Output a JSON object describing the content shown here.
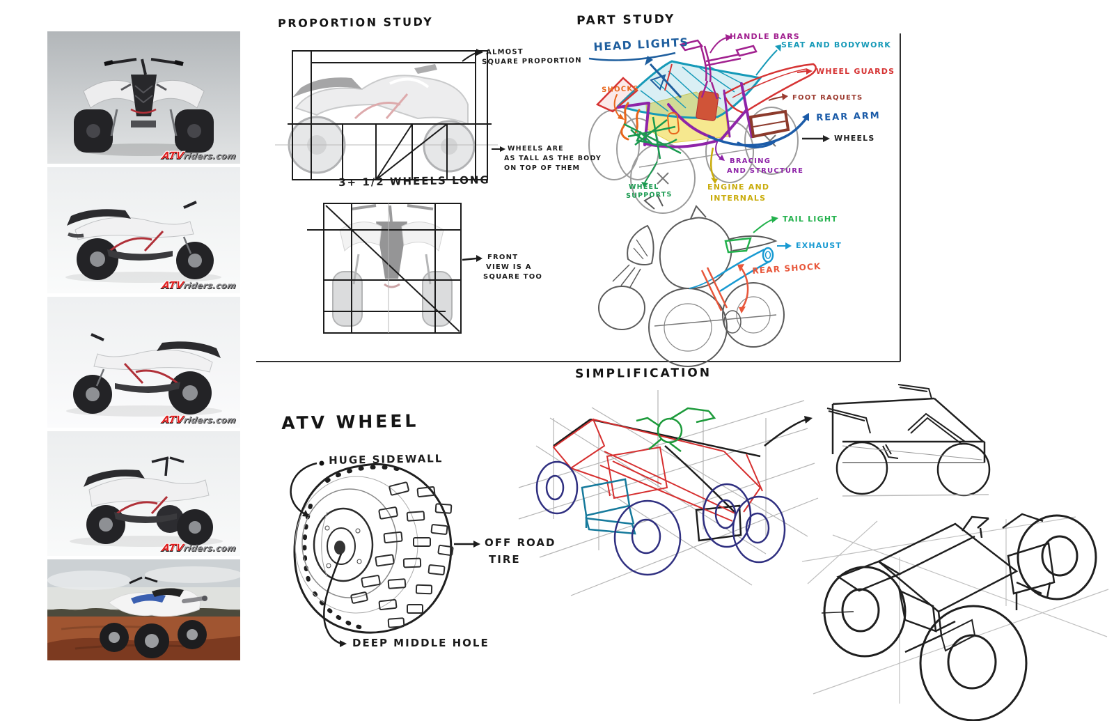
{
  "watermark": {
    "brand": "ATV",
    "rest": "riders.com"
  },
  "proportion_study": {
    "title": "PROPORTION STUDY",
    "almost_square_l1": "ALMOST",
    "almost_square_l2": "SQUARE PROPORTION",
    "wheels_tall_l1": "WHEELS ARE",
    "wheels_tall_l2": "AS TALL AS THE BODY",
    "wheels_tall_l3": "ON TOP OF THEM",
    "length_caption": "3+ 1/2 WHEELS LONG",
    "front_l1": "FRONT",
    "front_l2": "VIEW IS A",
    "front_l3": "SQUARE TOO"
  },
  "part_study": {
    "title": "PART STUDY",
    "head_lights": {
      "text": "HEAD LIGHTS",
      "color": "#1e5e9e"
    },
    "handle_bars": {
      "text": "HANDLE BARS",
      "color": "#a1208f"
    },
    "seat_bodywork": {
      "text": "SEAT AND BODYWORK",
      "color": "#169ab8"
    },
    "wheel_guards": {
      "text": "WHEEL GUARDS",
      "color": "#d63333"
    },
    "shocks": {
      "text": "SHOCKS",
      "color": "#e8661c"
    },
    "foot_raquets": {
      "text": "FOOT RAQUETS",
      "color": "#9c3b30"
    },
    "rear_arm": {
      "text": "REAR ARM",
      "color": "#1b5ba8"
    },
    "wheels": {
      "text": "WHEELS",
      "color": "#222222"
    },
    "bracing": {
      "l1": "BRACING",
      "l2": "AND STRUCTURE",
      "color": "#8e24a8"
    },
    "engine": {
      "l1": "ENGINE AND",
      "l2": "INTERNALS",
      "color": "#c9ac0c"
    },
    "wheel_supports": {
      "l1": "WHEEL",
      "l2": "SUPPORTS",
      "color": "#1a9a50"
    },
    "tail_light": {
      "text": "TAIL LIGHT",
      "color": "#22b14c"
    },
    "exhaust": {
      "text": "EXHAUST",
      "color": "#189ad2"
    },
    "rear_shock": {
      "text": "REAR SHOCK",
      "color": "#e8563a"
    }
  },
  "simplification": {
    "title": "SIMPLIFICATION"
  },
  "atv_wheel": {
    "title": "ATV WHEEL",
    "huge_sidewall": "HUGE SIDEWALL",
    "off_road_l1": "OFF ROAD",
    "off_road_l2": "TIRE",
    "deep_middle_hole": "DEEP MIDDLE HOLE"
  }
}
